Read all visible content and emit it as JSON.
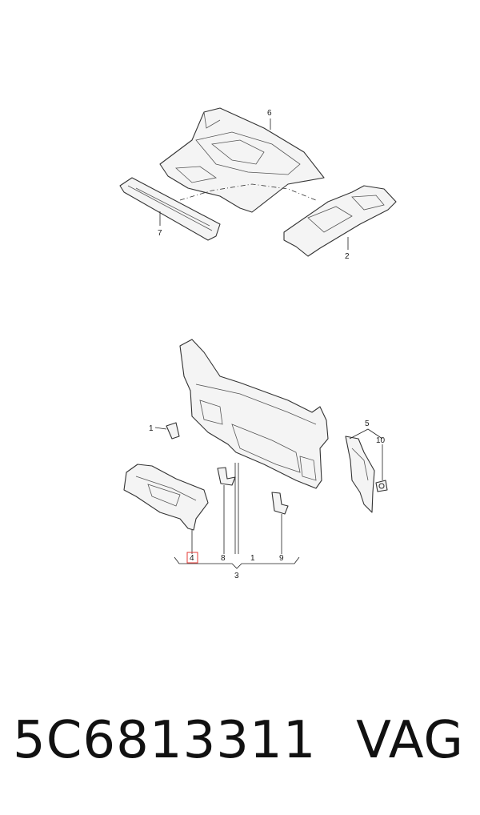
{
  "callouts": {
    "c6": "6",
    "c7": "7",
    "c2": "2",
    "c1a": "1",
    "c5": "5",
    "c10": "10",
    "c4": "4",
    "c8": "8",
    "c1b": "1",
    "c9": "9",
    "c3": "3"
  },
  "footer": {
    "part_number": "5C6813311",
    "brand": "VAG"
  },
  "colors": {
    "highlight": "#e53935",
    "line": "#333333"
  }
}
